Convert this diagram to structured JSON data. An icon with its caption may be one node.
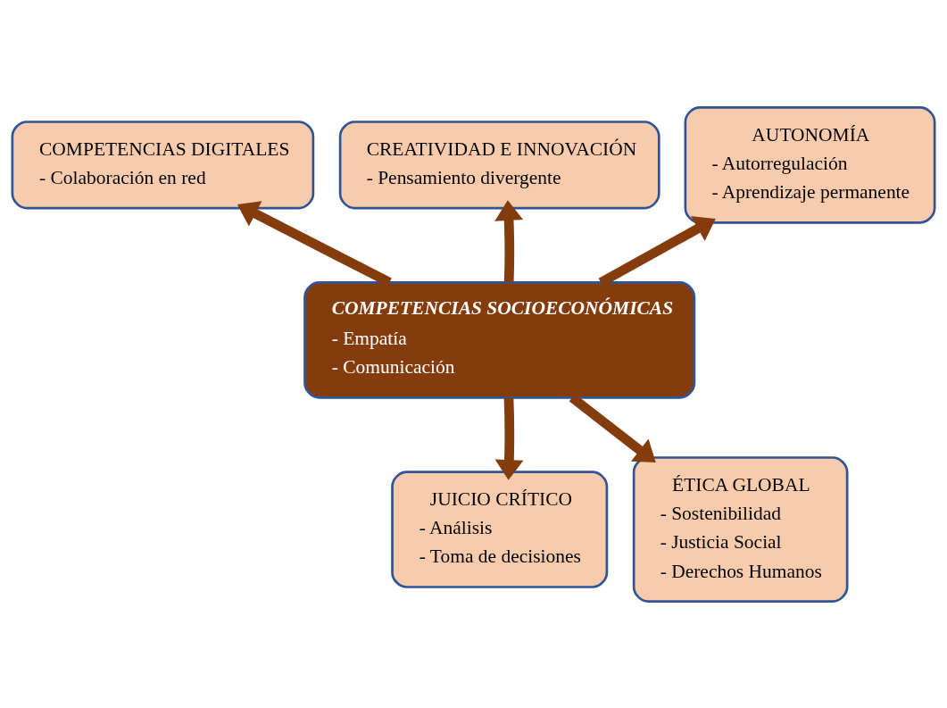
{
  "diagram": {
    "nodes": [
      {
        "text": [
          "COMPETENCIAS DIGITALES",
          "- Colaboración en red"
        ]
      },
      {
        "text": [
          "CREATIVIDAD E INNOVACIÓN",
          "- Pensamiento divergente"
        ]
      },
      {
        "text": [
          "AUTONOMÍA",
          "- Autorregulación",
          "- Aprendizaje permanente"
        ]
      },
      {
        "text": [
          "COMPETENCIAS SOCIOECONÓMICAS",
          "- Empatía",
          "- Comunicación"
        ]
      },
      {
        "text": [
          "JUICIO CRÍTICO",
          "- Análisis",
          "- Toma de decisiones"
        ]
      },
      {
        "text": [
          "ÉTICA GLOBAL",
          "- Sostenibilidad",
          "- Justicia Social",
          "- Derechos Humanos"
        ]
      }
    ],
    "edges": [
      {
        "from": 3,
        "to": 0,
        "arrow": "to"
      },
      {
        "from": 3,
        "to": 1,
        "arrow": "to"
      },
      {
        "from": 3,
        "to": 2,
        "arrow": "to"
      },
      {
        "from": 3,
        "to": 4,
        "arrow": "to"
      },
      {
        "from": 3,
        "to": 5,
        "arrow": "to"
      }
    ]
  }
}
